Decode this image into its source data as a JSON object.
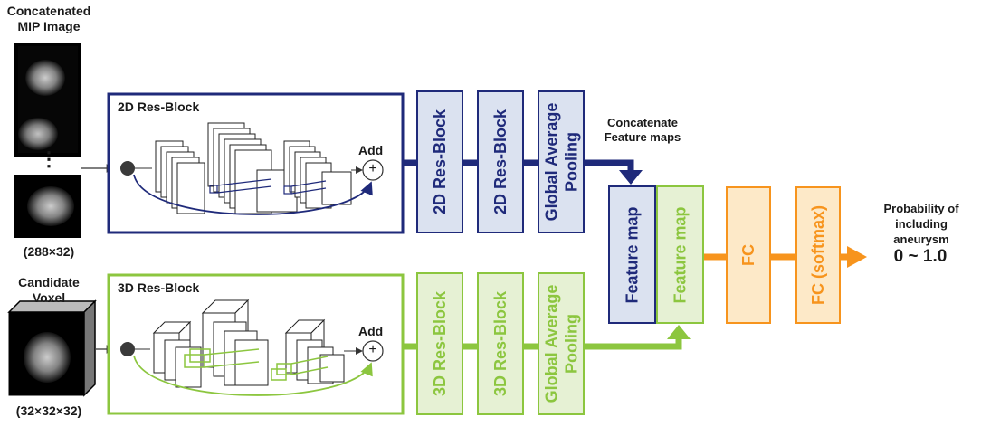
{
  "inputs": {
    "mip_title_line1": "Concatenated",
    "mip_title_line2": "MIP Image",
    "mip_size": "(288×32)",
    "voxel_title_line1": "Candidate",
    "voxel_title_line2": "Voxel",
    "voxel_size": "(32×32×32)",
    "ellipsis": "⋮"
  },
  "branch_2d": {
    "block_title": "2D Res-Block",
    "add_label": "Add",
    "blocks": [
      "2D Res-Block",
      "2D Res-Block"
    ],
    "pooling_line1": "Global Average",
    "pooling_line2": "Pooling"
  },
  "branch_3d": {
    "block_title": "3D Res-Block",
    "add_label": "Add",
    "blocks": [
      "3D Res-Block",
      "3D Res-Block"
    ],
    "pooling_line1": "Global Average",
    "pooling_line2": "Pooling"
  },
  "fusion": {
    "concat_line1": "Concatenate",
    "concat_line2": "Feature maps",
    "feature_map_2d": "Feature map",
    "feature_map_3d": "Feature map"
  },
  "head": {
    "fc1": "FC",
    "fc2": "FC (softmax)",
    "output_line1": "Probability of",
    "output_line2": "including aneurysm",
    "output_range": "0 ~ 1.0"
  },
  "colors": {
    "navy": "#1f2a7a",
    "navy_fill": "#dbe2f0",
    "green": "#8cc63f",
    "green_fill": "#e6f1d4",
    "orange": "#f7941d",
    "orange_fill": "#fde9c8"
  }
}
